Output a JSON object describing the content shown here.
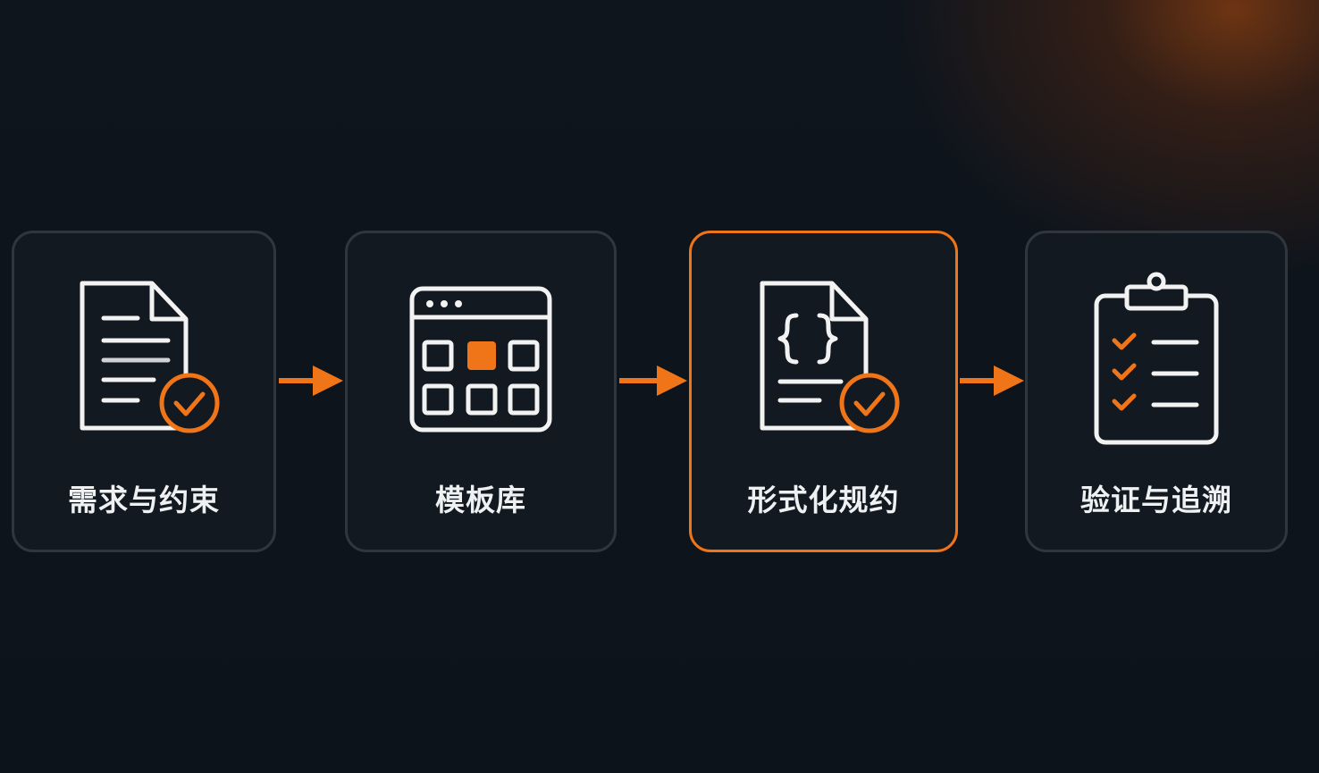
{
  "diagram": {
    "steps": [
      {
        "label": "需求与约束",
        "icon": "document-check-icon"
      },
      {
        "label": "模板库",
        "icon": "template-grid-icon"
      },
      {
        "label": "形式化规约",
        "icon": "code-document-check-icon"
      },
      {
        "label": "验证与追溯",
        "icon": "clipboard-checklist-icon"
      }
    ],
    "highlighted_step": 2,
    "colors": {
      "accent": "#f07418",
      "background": "#0e141c",
      "card": "#121920",
      "card_border": "#30363d",
      "text": "#eef0f2"
    }
  }
}
